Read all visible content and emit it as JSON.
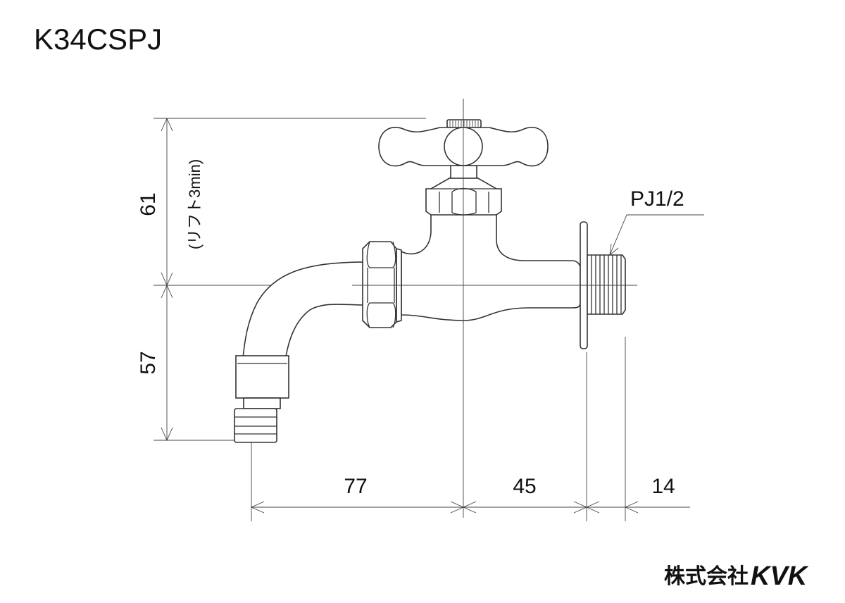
{
  "title": "K34CSPJ",
  "dimensions": {
    "height_upper": "61",
    "lift_note": "(リフト3min)",
    "height_lower": "57",
    "width_spout": "77",
    "width_body": "45",
    "width_thread": "14"
  },
  "thread_label": "PJ1/2",
  "brand": {
    "company": "株式会社",
    "logo": "KVK"
  }
}
